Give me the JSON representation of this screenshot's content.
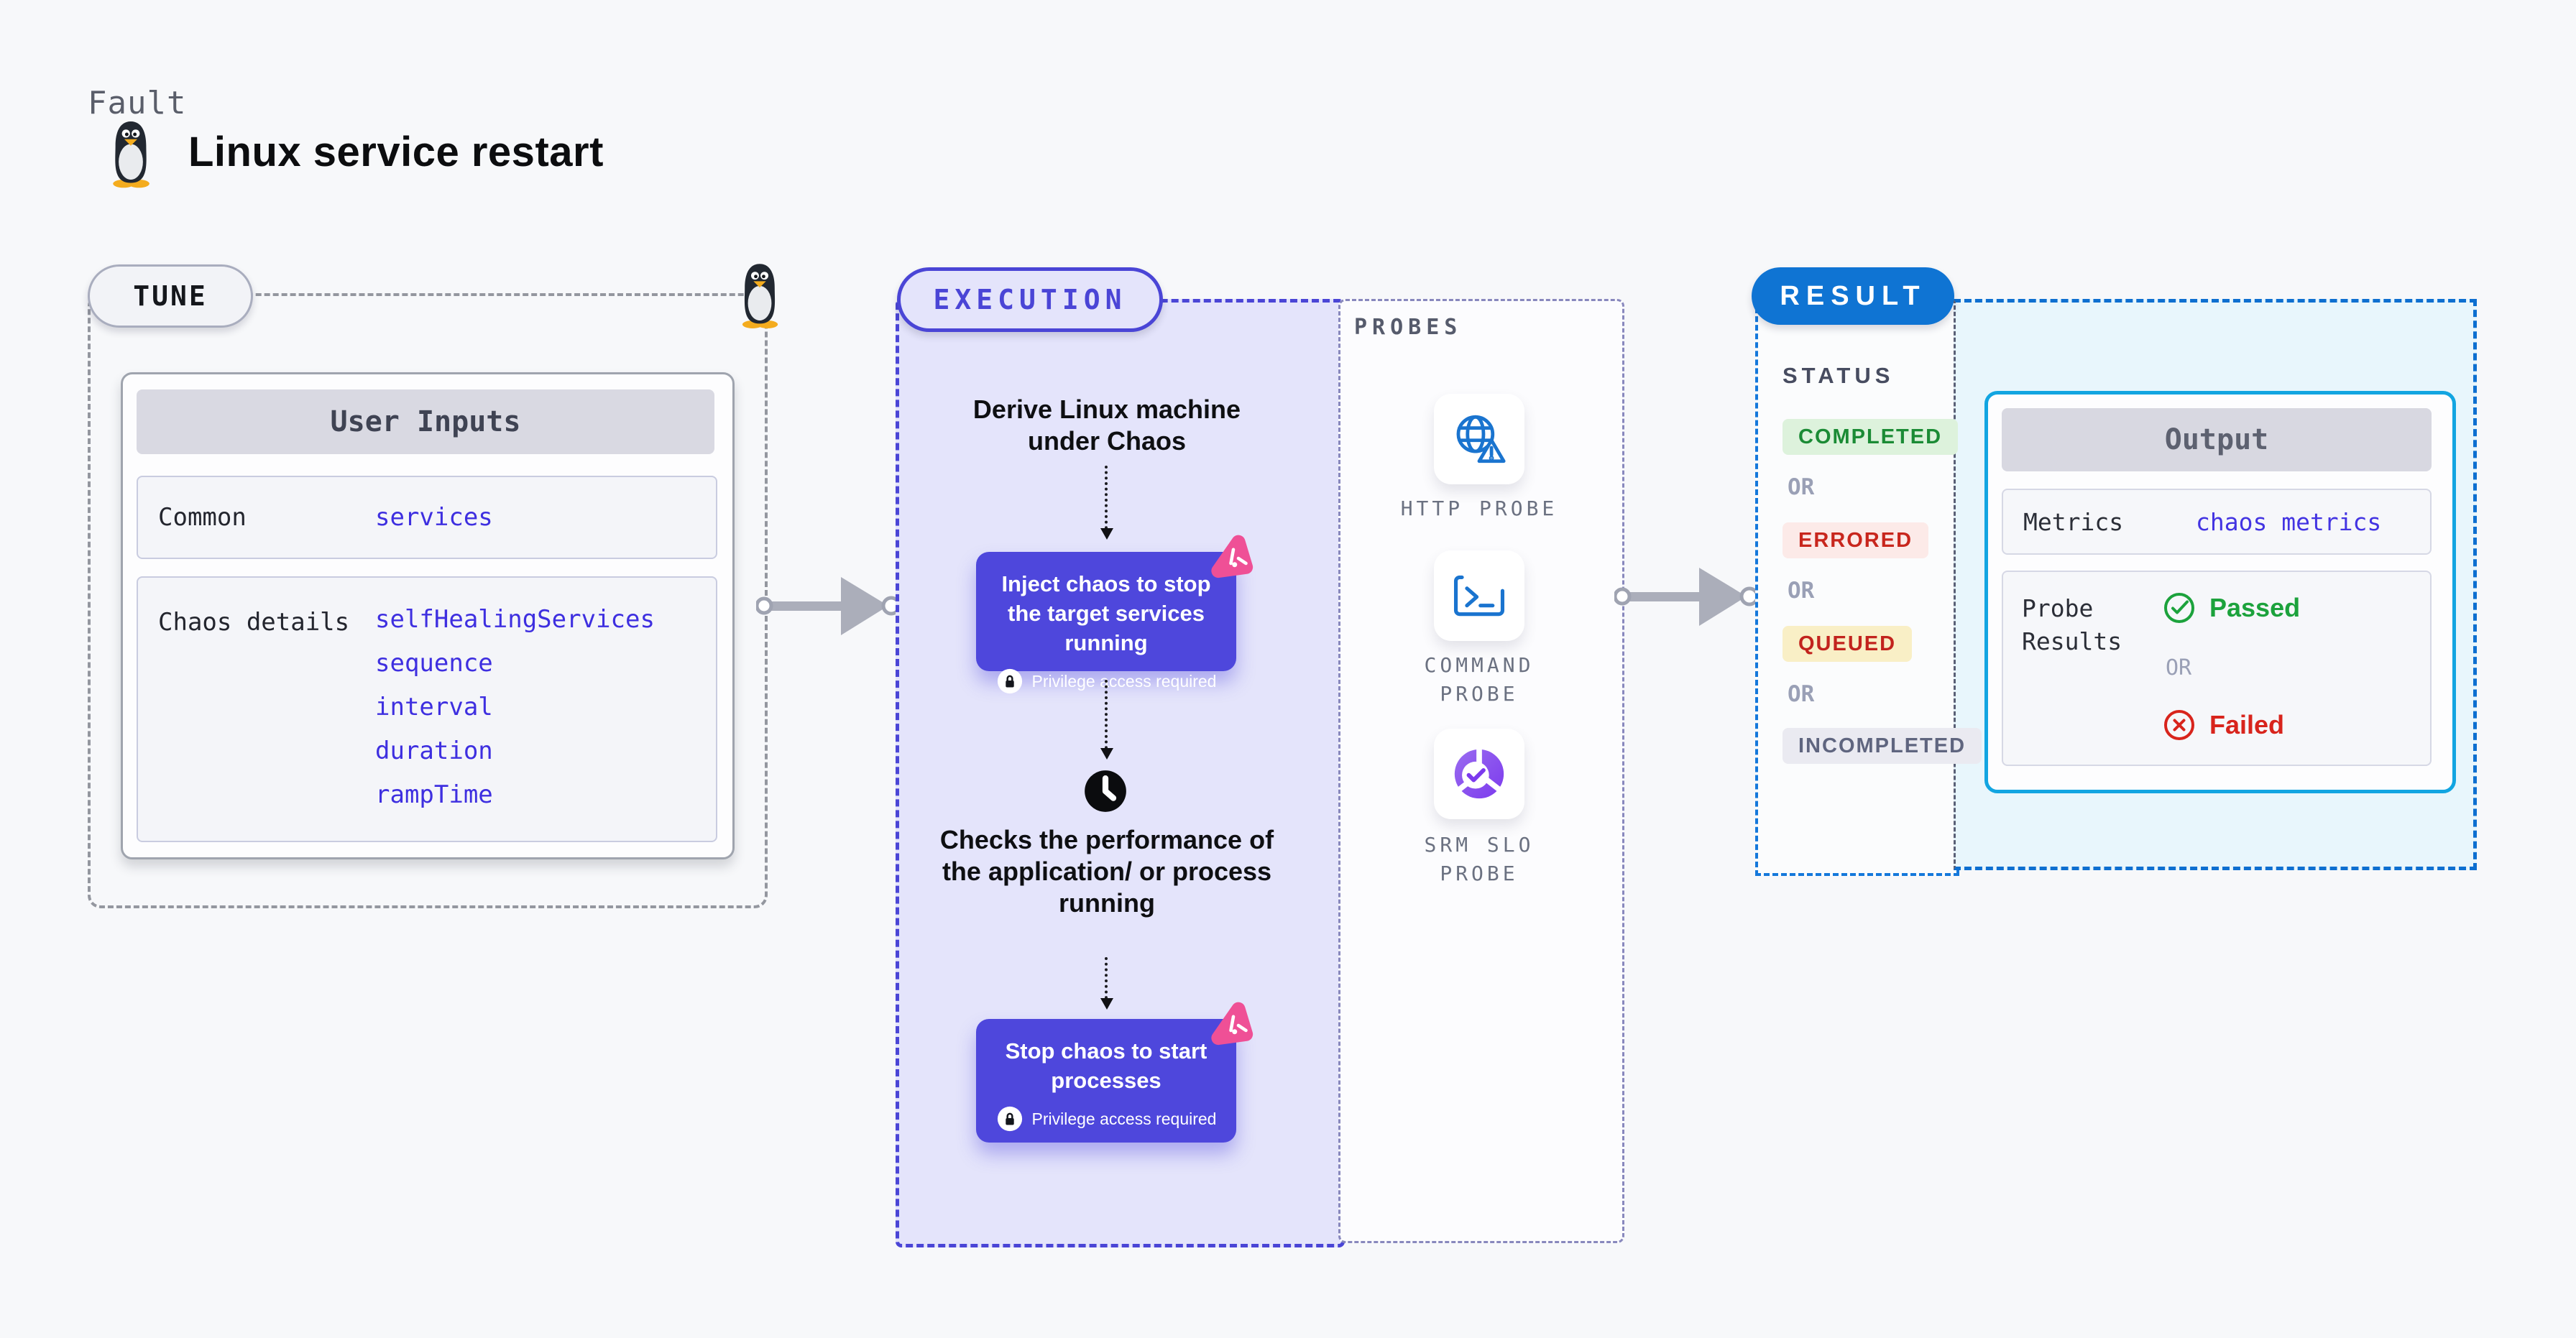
{
  "page": {
    "kind_label": "Fault",
    "title": "Linux service restart"
  },
  "tune": {
    "label": "TUNE",
    "table": {
      "header": "User Inputs",
      "rows": [
        {
          "label": "Common",
          "values": [
            "services"
          ]
        },
        {
          "label": "Chaos details",
          "values": [
            "selfHealingServices",
            "sequence",
            "interval",
            "duration",
            "rampTime"
          ]
        }
      ]
    }
  },
  "execution": {
    "label": "EXECUTION",
    "derive_text_line1": "Derive Linux machine",
    "derive_text_line2": "under Chaos",
    "inject_card": {
      "title": "Inject chaos to stop the target services running",
      "note": "Privilege access required"
    },
    "checks_text": "Checks the performance of the application/ or process running",
    "stop_card": {
      "title": "Stop chaos to start processes",
      "note": "Privilege access required"
    }
  },
  "probes": {
    "label": "PROBES",
    "items": [
      {
        "name": "HTTP PROBE",
        "icon": "globe-alert-icon"
      },
      {
        "name": "COMMAND PROBE",
        "icon": "terminal-icon"
      },
      {
        "name": "SRM SLO PROBE",
        "icon": "slo-pie-icon"
      }
    ]
  },
  "result": {
    "label": "RESULT",
    "status_heading": "STATUS",
    "or_label": "OR",
    "statuses": [
      {
        "label": "COMPLETED",
        "fg": "#1b8b35",
        "bg": "#ddf2dc"
      },
      {
        "label": "ERRORED",
        "fg": "#c8261d",
        "bg": "#fceae8"
      },
      {
        "label": "QUEUED",
        "fg": "#c2231d",
        "bg": "#f9efc6"
      },
      {
        "label": "INCOMPLETED",
        "fg": "#5f657f",
        "bg": "#eaeaf1"
      }
    ],
    "output": {
      "header": "Output",
      "metrics_label": "Metrics",
      "metrics_value": "chaos metrics",
      "probe_results_label_line1": "Probe",
      "probe_results_label_line2": "Results",
      "passed": "Passed",
      "failed": "Failed"
    }
  },
  "palette": {
    "page_bg": "#f7f8fa",
    "execution_accent": "#4a45d6",
    "execution_bg": "#e4e4fb",
    "chaos_card_bg": "#4e47dc",
    "pink_badge": "#ef5096",
    "result_pill_bg": "#0f74d3",
    "output_border": "#12a5e1",
    "output_region_bg": "#e8f6fc",
    "link_color": "#3e2fe0",
    "passed_green": "#1ca23c",
    "failed_red": "#d8241c",
    "probe_icon_blue": "#1a74cf",
    "srm_purple": "#7c3aed"
  }
}
